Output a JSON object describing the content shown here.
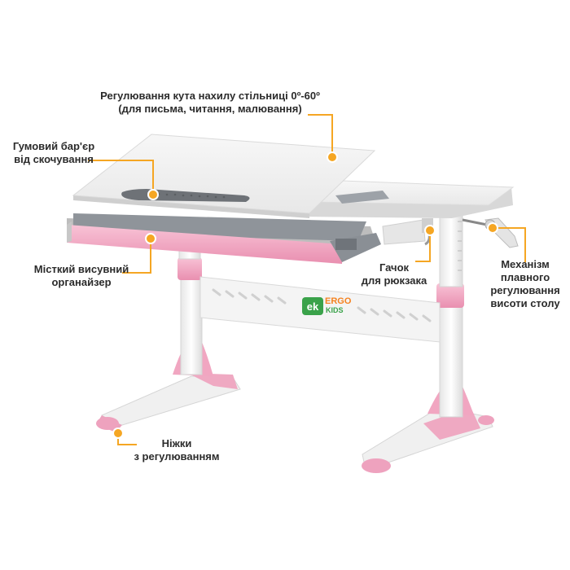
{
  "annotations": {
    "tilt": {
      "line1": "Регулювання кута нахилу стільниці 0º-60º",
      "line2": "(для письма, читання, малювання)"
    },
    "rubber_barrier": {
      "line1": "Гумовий бар'єр",
      "line2": "від скочування"
    },
    "organizer": {
      "line1": "Місткий висувний",
      "line2": "органайзер"
    },
    "hook": {
      "line1": "Гачок",
      "line2": "для рюкзака"
    },
    "height_mechanism": {
      "line1": "Механізм",
      "line2": "плавного",
      "line3": "регулювання",
      "line4": "висоти столу"
    },
    "feet": {
      "line1": "Ніжки",
      "line2": "з регулюванням"
    }
  },
  "logo": {
    "top": "ERGO",
    "bottom": "KIDS"
  },
  "colors": {
    "accent_pink": "#f2a8c3",
    "pointer_orange": "#f5a623",
    "logo_green": "#3aa24a",
    "logo_orange": "#f58220"
  }
}
